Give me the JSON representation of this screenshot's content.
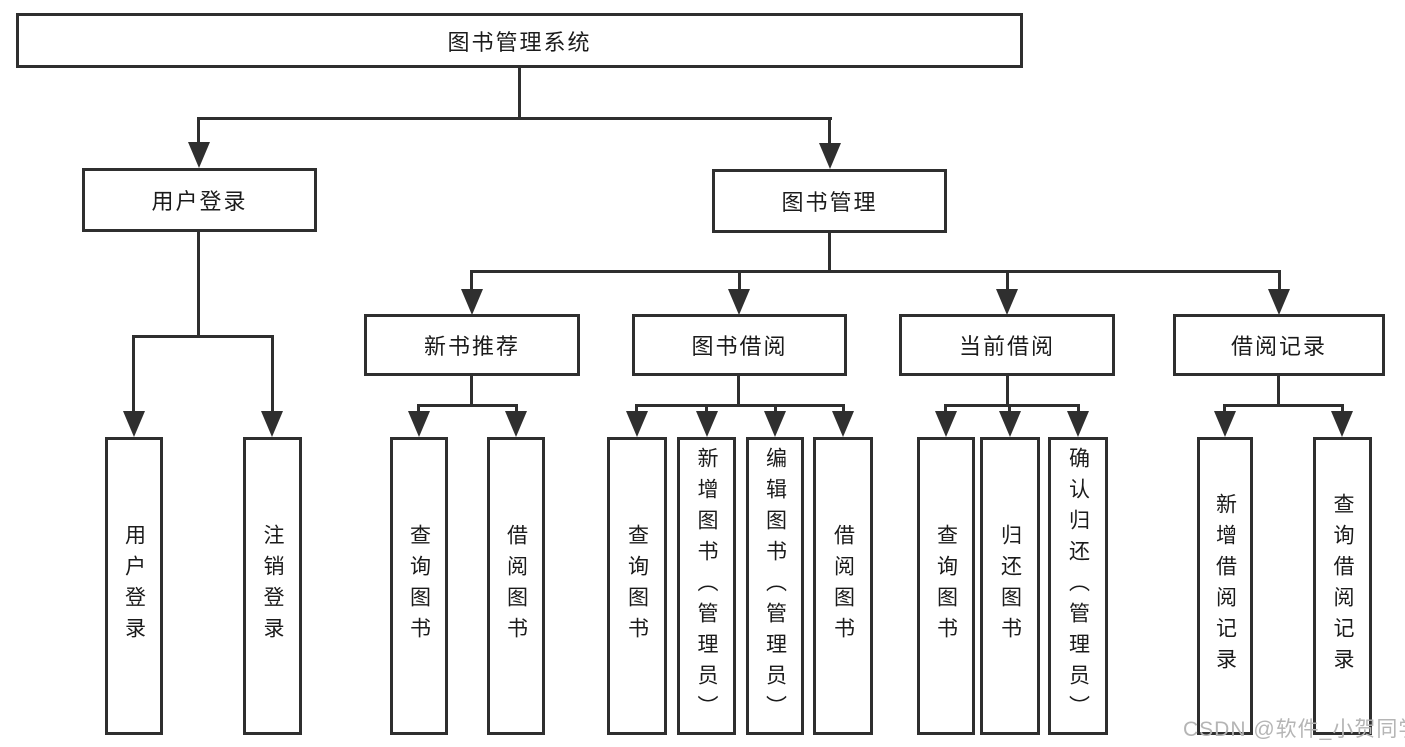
{
  "diagram": {
    "root": {
      "label": "图书管理系统"
    },
    "branches": [
      {
        "label": "用户登录",
        "children": [
          {
            "label": "用户登录"
          },
          {
            "label": "注销登录"
          }
        ]
      },
      {
        "label": "图书管理",
        "children": [
          {
            "label": "新书推荐",
            "children": [
              {
                "label": "查询图书"
              },
              {
                "label": "借阅图书"
              }
            ]
          },
          {
            "label": "图书借阅",
            "children": [
              {
                "label": "查询图书"
              },
              {
                "label": "新增图书（管理员）"
              },
              {
                "label": "编辑图书（管理员）"
              },
              {
                "label": "借阅图书"
              }
            ]
          },
          {
            "label": "当前借阅",
            "children": [
              {
                "label": "查询图书"
              },
              {
                "label": "归还图书"
              },
              {
                "label": "确认归还（管理员）"
              }
            ]
          },
          {
            "label": "借阅记录",
            "children": [
              {
                "label": "新增借阅记录"
              },
              {
                "label": "查询借阅记录"
              }
            ]
          }
        ]
      }
    ]
  },
  "watermark": {
    "text": "CSDN @软件_小贺同学"
  },
  "colors": {
    "line": "#2f2f2f",
    "box_border": "#2f2f2f",
    "text": "#1b1b1b",
    "background": "#ffffff",
    "watermark": "#b5b5b5"
  }
}
